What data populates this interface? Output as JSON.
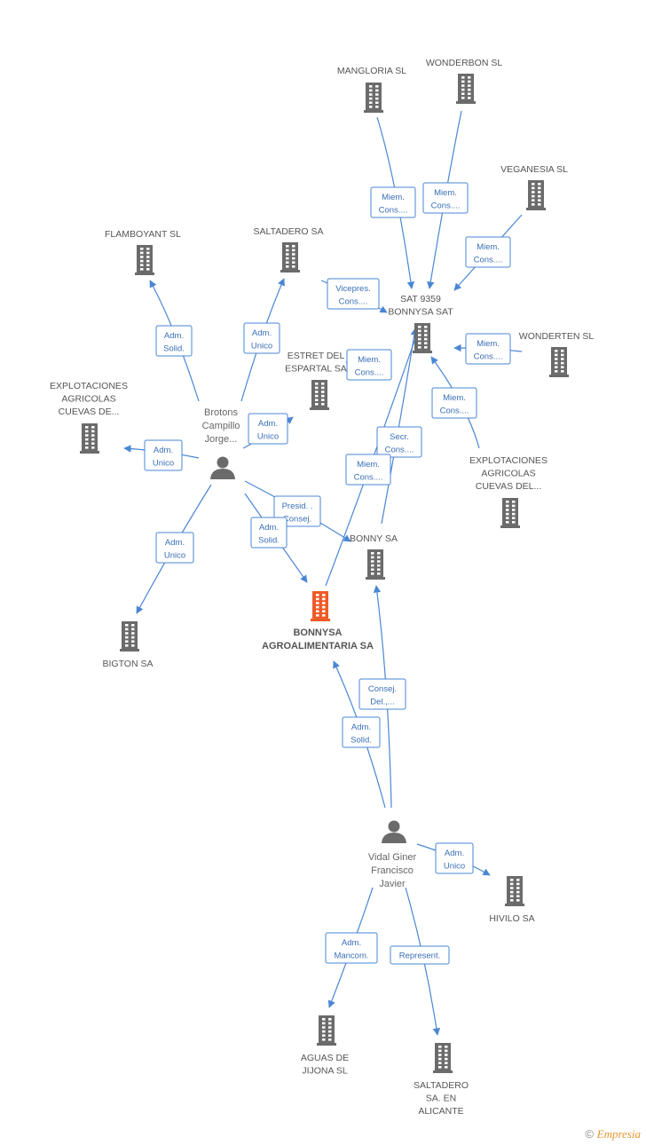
{
  "diagram": {
    "main_node": {
      "id": "bonnysa",
      "lines": [
        "BONNYSA",
        "AGROALIMENTARIA SA"
      ]
    },
    "companies": [
      {
        "id": "mangloria",
        "lines": [
          "MANGLORIA SL"
        ]
      },
      {
        "id": "wonderbon",
        "lines": [
          "WONDERBON SL"
        ]
      },
      {
        "id": "veganesia",
        "lines": [
          "VEGANESIA SL"
        ]
      },
      {
        "id": "flamboyant",
        "lines": [
          "FLAMBOYANT SL"
        ]
      },
      {
        "id": "saltadero",
        "lines": [
          "SALTADERO SA"
        ]
      },
      {
        "id": "sat9359",
        "lines": [
          "SAT 9359",
          "BONNYSA SAT"
        ]
      },
      {
        "id": "wonderten",
        "lines": [
          "WONDERTEN SL"
        ]
      },
      {
        "id": "estret",
        "lines": [
          "ESTRET DEL",
          "ESPARTAL SA"
        ]
      },
      {
        "id": "explo1",
        "lines": [
          "EXPLOTACIONES",
          "AGRICOLAS",
          "CUEVAS DE..."
        ]
      },
      {
        "id": "explo2",
        "lines": [
          "EXPLOTACIONES",
          "AGRICOLAS",
          "CUEVAS DEL..."
        ]
      },
      {
        "id": "bonny",
        "lines": [
          "BONNY SA"
        ]
      },
      {
        "id": "bigton",
        "lines": [
          "BIGTON SA"
        ]
      },
      {
        "id": "hivilo",
        "lines": [
          "HIVILO SA"
        ]
      },
      {
        "id": "aguas",
        "lines": [
          "AGUAS DE",
          "JIJONA SL"
        ]
      },
      {
        "id": "saltadero2",
        "lines": [
          "SALTADERO",
          "SA.    EN",
          "ALICANTE"
        ]
      }
    ],
    "persons": [
      {
        "id": "brotons",
        "lines": [
          "Brotons",
          "Campillo",
          "Jorge..."
        ]
      },
      {
        "id": "vidal",
        "lines": [
          "Vidal Giner",
          "Francisco",
          "Javier"
        ]
      }
    ],
    "edge_labels": [
      {
        "id": "e-mangloria",
        "lines": [
          "Miem.",
          "Cons...."
        ]
      },
      {
        "id": "e-wonderbon",
        "lines": [
          "Miem.",
          "Cons...."
        ]
      },
      {
        "id": "e-veganesia",
        "lines": [
          "Miem.",
          "Cons...."
        ]
      },
      {
        "id": "e-saltadero-sat",
        "lines": [
          "Vicepres.",
          "Cons...."
        ]
      },
      {
        "id": "e-wonderten",
        "lines": [
          "Miem.",
          "Cons...."
        ]
      },
      {
        "id": "e-estret",
        "lines": [
          "Miem.",
          "Cons...."
        ]
      },
      {
        "id": "e-explo2",
        "lines": [
          "Miem.",
          "Cons...."
        ]
      },
      {
        "id": "e-flamboyant",
        "lines": [
          "Adm.",
          "Solid."
        ]
      },
      {
        "id": "e-saltadero",
        "lines": [
          "Adm.",
          "Unico"
        ]
      },
      {
        "id": "e-estret-brotons",
        "lines": [
          "Adm.",
          "Unico"
        ]
      },
      {
        "id": "e-explo1",
        "lines": [
          "Adm.",
          "Unico"
        ]
      },
      {
        "id": "e-bonny-sat",
        "lines": [
          "Secr.",
          "Cons...."
        ]
      },
      {
        "id": "e-bonnysa-sat",
        "lines": [
          "Miem.",
          "Cons...."
        ]
      },
      {
        "id": "e-bonny-brotons",
        "lines": [
          "Presid. .",
          "Consej."
        ]
      },
      {
        "id": "e-bonnysa-brotons",
        "lines": [
          "Adm.",
          "Solid."
        ]
      },
      {
        "id": "e-bigton",
        "lines": [
          "Adm.",
          "Unico"
        ]
      },
      {
        "id": "e-bonny-vidal",
        "lines": [
          "Consej.",
          "Del.,..."
        ]
      },
      {
        "id": "e-bonnysa-vidal",
        "lines": [
          "Adm.",
          "Solid."
        ]
      },
      {
        "id": "e-hivilo",
        "lines": [
          "Adm.",
          "Unico"
        ]
      },
      {
        "id": "e-aguas",
        "lines": [
          "Adm.",
          "Mancom."
        ]
      },
      {
        "id": "e-saltadero2",
        "lines": [
          "Represent."
        ]
      }
    ]
  },
  "colors": {
    "edge": "#4a86d4",
    "building": "#6b6b6b",
    "main_building": "#f05a28",
    "person": "#6b6b6b"
  },
  "watermark": {
    "symbol": "©",
    "brand": "Empresia"
  }
}
